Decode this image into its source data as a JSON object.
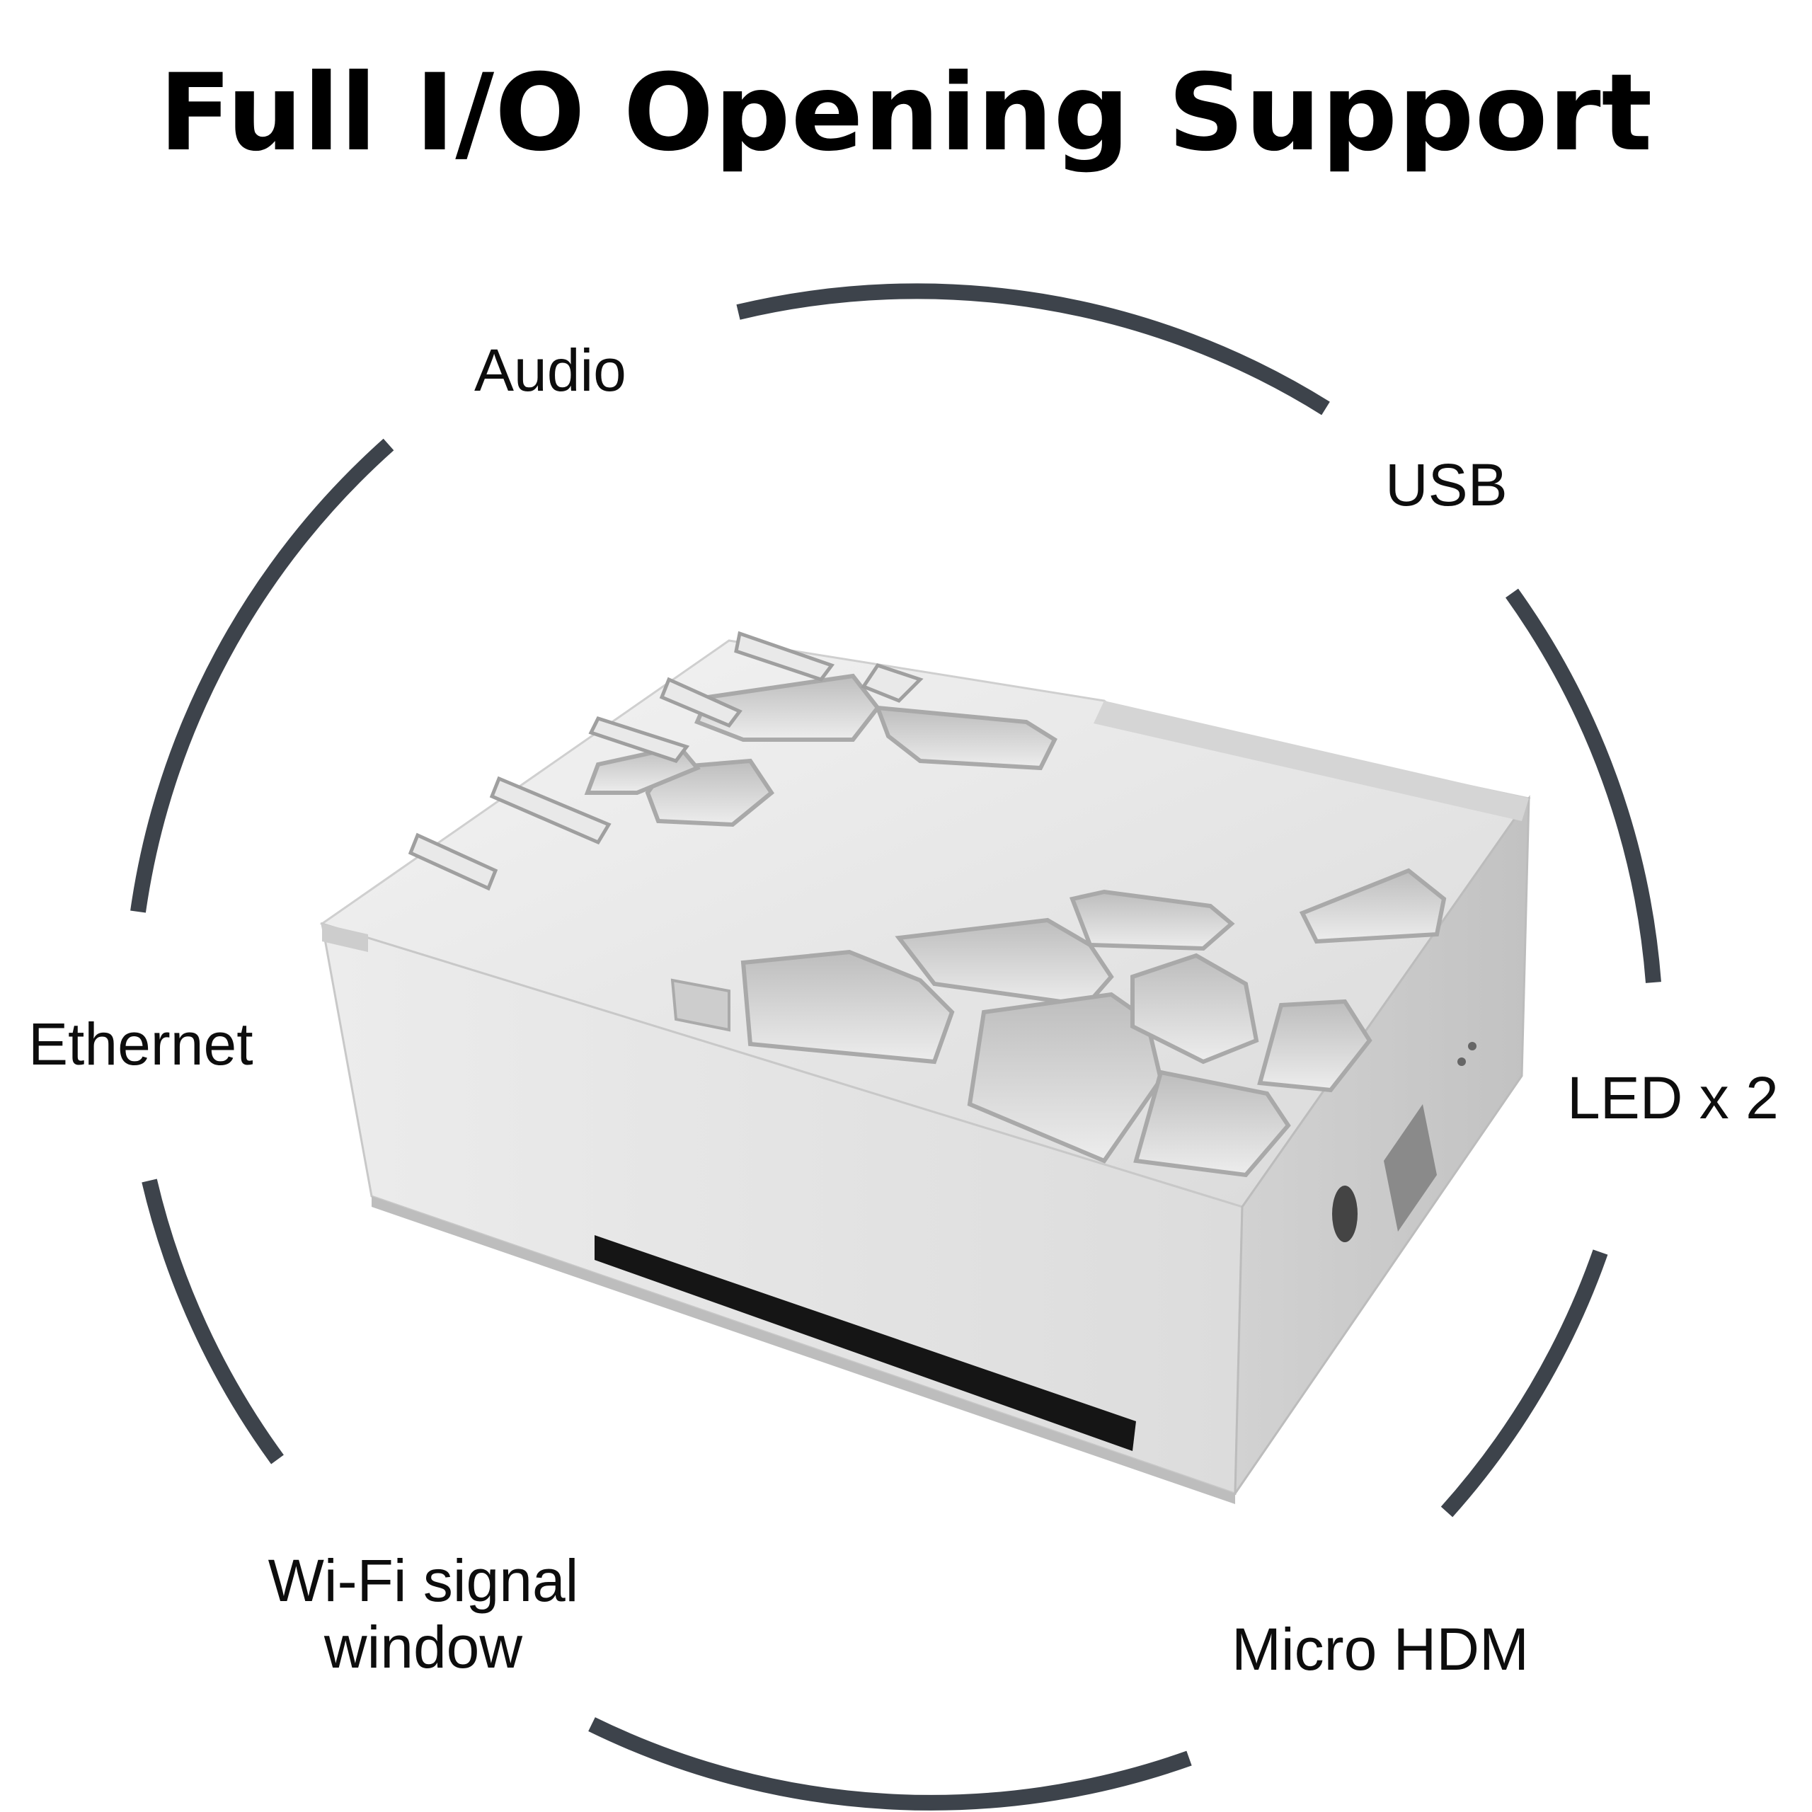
{
  "title": "Full I/O Opening Support",
  "labels": {
    "audio": "Audio",
    "usb": "USB",
    "ethernet": "Ethernet",
    "led": "LED x 2",
    "wifi_line1": "Wi-Fi signal",
    "wifi_line2": "window",
    "hdmi": "Micro HDM"
  },
  "colors": {
    "ring": "#3d434b",
    "background": "#ffffff",
    "case_metal": "#e2e2e2",
    "vent_slot": "#151515"
  },
  "icons": {
    "product": "aluminium-case-illustration"
  }
}
